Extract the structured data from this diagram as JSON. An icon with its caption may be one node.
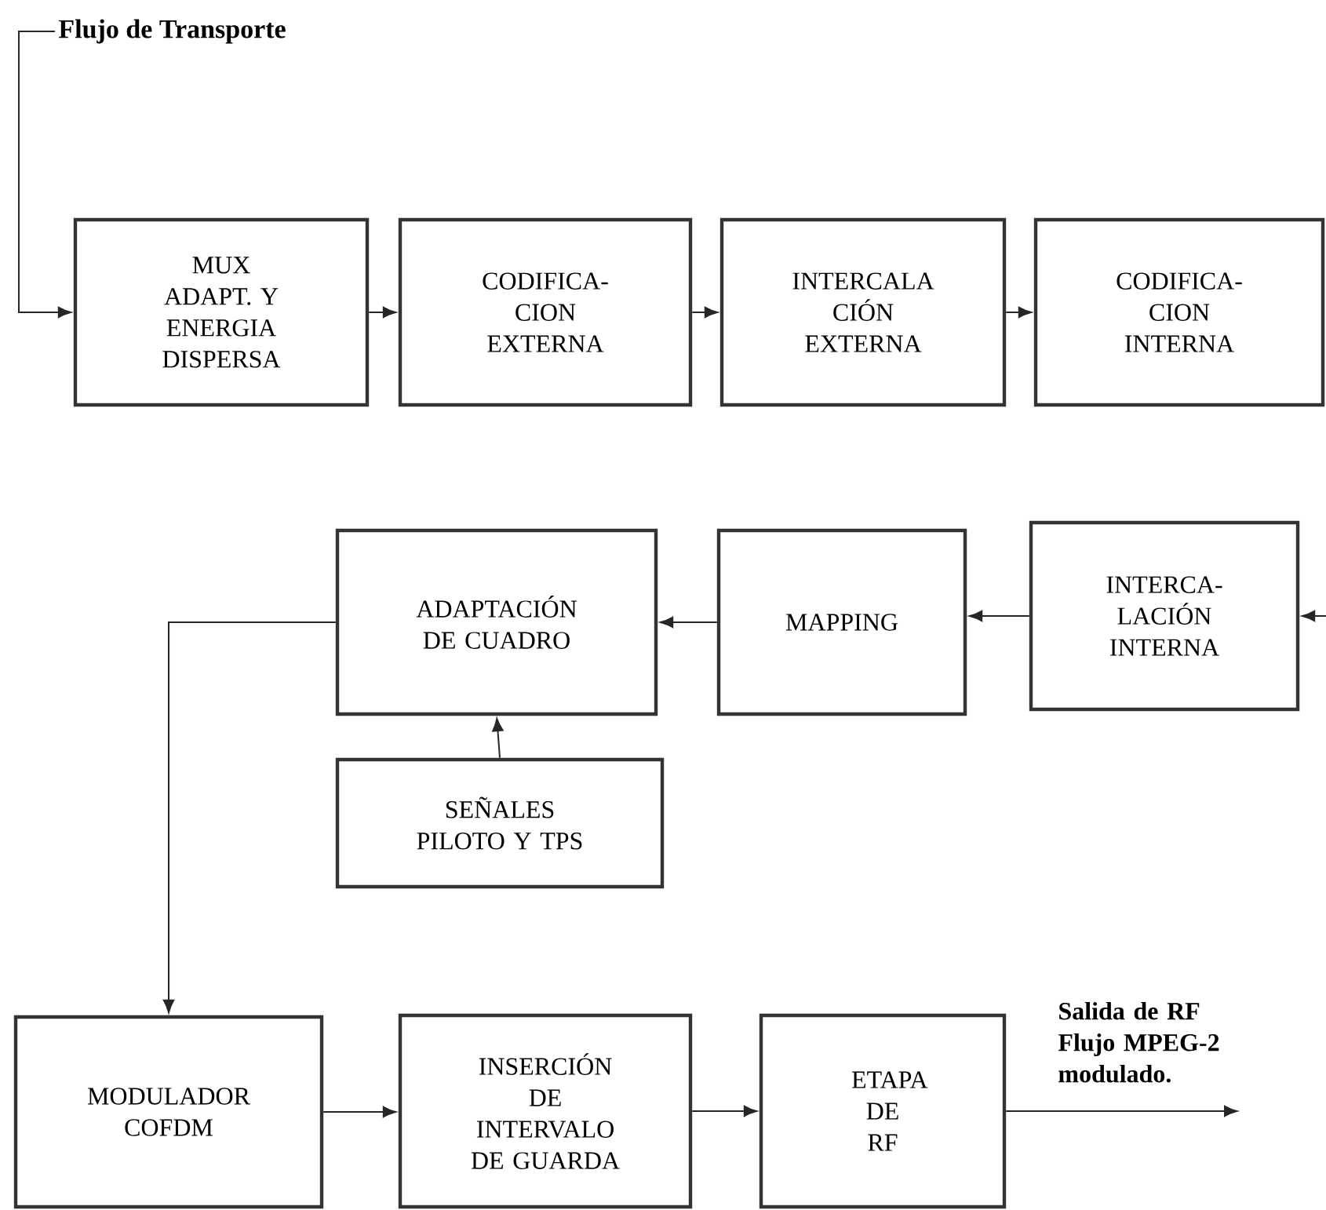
{
  "diagram": {
    "nodes": [
      {
        "text": [
          "Flujo de Transporte"
        ]
      },
      {
        "text": [
          "MUX ADAPT. Y ENERGIA DISPERSA"
        ]
      },
      {
        "text": [
          "CODIFICA- CION EXTERNA"
        ]
      },
      {
        "text": [
          "INTERCALA CIÓN EXTERNA"
        ]
      },
      {
        "text": [
          "CODIFICA- CION INTERNA"
        ]
      },
      {
        "text": [
          "ADAPTACIÓN DE CUADRO"
        ]
      },
      {
        "text": [
          "MAPPING"
        ]
      },
      {
        "text": [
          "INTERCA- LACIÓN INTERNA"
        ]
      },
      {
        "text": [
          "SEÑALES PILOTO Y TPS"
        ]
      },
      {
        "text": [
          "MODULADOR COFDM"
        ]
      },
      {
        "text": [
          "INSERCIÓN DE INTERVALO DE GUARDA"
        ]
      },
      {
        "text": [
          "ETAPA DE RF"
        ]
      }
    ],
    "edges": [
      {
        "from": 0,
        "to": 1,
        "arrow": "to"
      },
      {
        "from": 1,
        "to": 2,
        "arrow": "to"
      },
      {
        "from": 2,
        "to": 3,
        "arrow": "to"
      },
      {
        "from": 3,
        "to": 4,
        "arrow": "to"
      },
      {
        "from": null,
        "to": 7,
        "arrow": "to"
      },
      {
        "from": 7,
        "to": 6,
        "arrow": "to"
      },
      {
        "from": 6,
        "to": 5,
        "arrow": "to"
      },
      {
        "from": 8,
        "to": 5,
        "arrow": "to"
      },
      {
        "from": 5,
        "to": 9,
        "arrow": "to"
      },
      {
        "from": 9,
        "to": 10,
        "arrow": "to"
      },
      {
        "from": 10,
        "to": 11,
        "arrow": "to"
      },
      {
        "from": 11,
        "to": null,
        "arrow": "to",
        "label": "Salida de RF Flujo MPEG-2 modulado."
      }
    ]
  }
}
